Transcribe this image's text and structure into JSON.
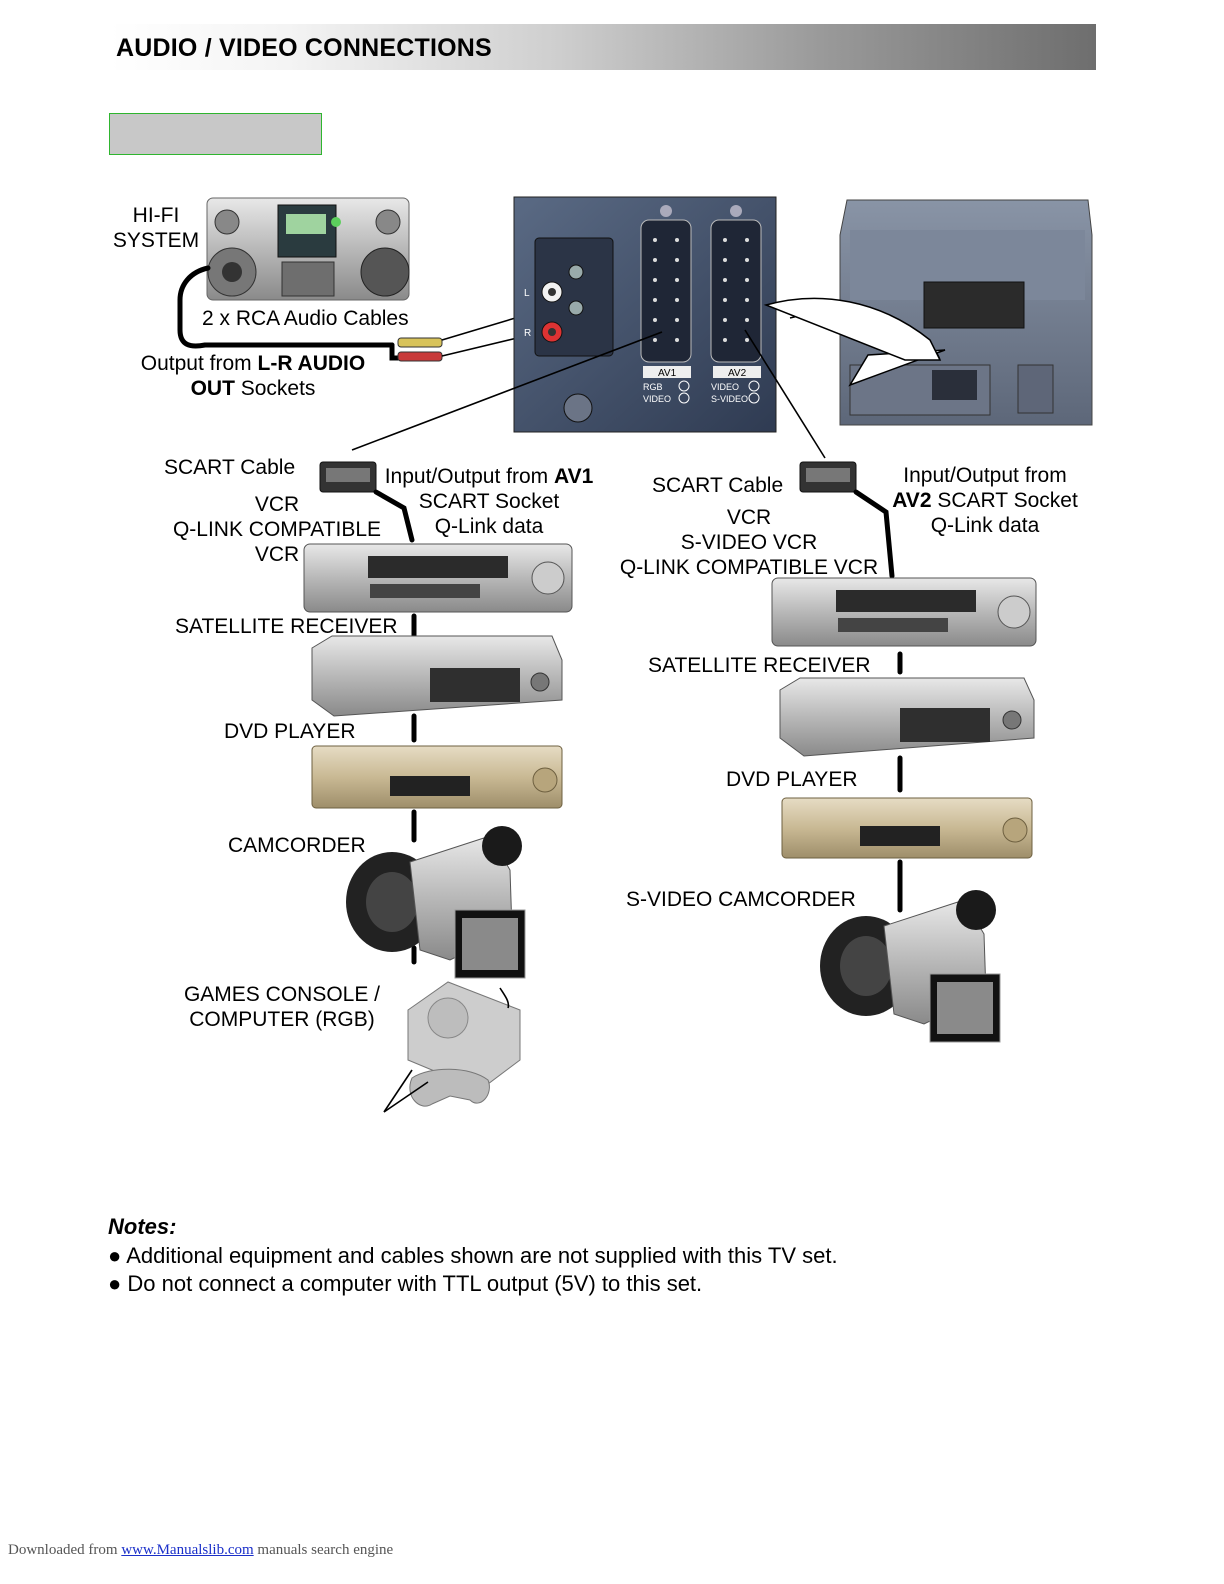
{
  "header": {
    "title": "AUDIO / VIDEO CONNECTIONS"
  },
  "diagram": {
    "hifi_label": [
      "HI-FI",
      "SYSTEM"
    ],
    "rca_label": "2 x RCA Audio Cables",
    "output_line1_prefix": "Output from ",
    "output_line1_bold": "L-R AUDIO",
    "output_line2_bold": "OUT",
    "output_line2_suffix": " Sockets",
    "panel_av1": "AV1",
    "panel_av2": "AV2",
    "panel_rgb": "RGB",
    "panel_video": "VIDEO",
    "panel_video2": "VIDEO",
    "panel_svideo": "S-VIDEO",
    "panel_l": "L",
    "panel_r": "R",
    "left": {
      "scart_cable": "SCART Cable",
      "vcr_lines": [
        "VCR",
        "Q-LINK COMPATIBLE",
        "VCR"
      ],
      "io_line1_prefix": "Input/Output from ",
      "io_line1_bold": "AV1",
      "io_line2": "SCART Socket",
      "io_line3": "Q-Link data",
      "satellite": "SATELLITE RECEIVER",
      "dvd": "DVD PLAYER",
      "camcorder": "CAMCORDER",
      "console_lines": [
        "GAMES CONSOLE /",
        "COMPUTER (RGB)"
      ]
    },
    "right": {
      "scart_cable": "SCART Cable",
      "vcr_lines": [
        "VCR",
        "S-VIDEO VCR",
        "Q-LINK COMPATIBLE VCR"
      ],
      "io_line1": "Input/Output from",
      "io_line2_bold": "AV2",
      "io_line2_suffix": " SCART Socket",
      "io_line3": "Q-Link data",
      "satellite": "SATELLITE RECEIVER",
      "dvd": "DVD PLAYER",
      "camcorder": "S-VIDEO CAMCORDER"
    }
  },
  "notes": {
    "title": "Notes:",
    "items": [
      "Additional equipment and cables shown are not supplied with this TV set.",
      "Do not connect a computer with TTL output (5V) to this set."
    ],
    "bullet": "●"
  },
  "footer": {
    "prefix": "Downloaded from ",
    "link": "www.Manualslib.com",
    "suffix": "  manuals search engine"
  }
}
